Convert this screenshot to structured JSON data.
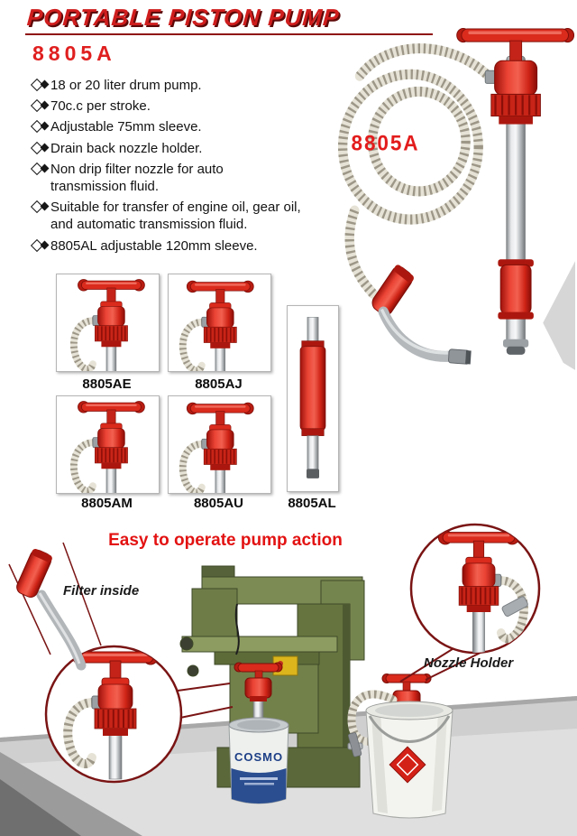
{
  "header": {
    "title": "PORTABLE PISTON PUMP"
  },
  "product": {
    "model": "8805A",
    "hero_label": "8805A"
  },
  "features": [
    "18 or 20 liter drum pump.",
    "70c.c per stroke.",
    "Adjustable 75mm sleeve.",
    "Drain back nozzle holder.",
    "Non drip filter nozzle for auto transmission fluid.",
    "Suitable for transfer of engine oil, gear oil, and automatic transmission fluid.",
    "8805AL adjustable 120mm sleeve."
  ],
  "variants": [
    {
      "label": "8805AE"
    },
    {
      "label": "8805AJ"
    },
    {
      "label": "8805AM"
    },
    {
      "label": "8805AU"
    },
    {
      "label": "8805AL"
    }
  ],
  "action_heading": "Easy to operate pump action",
  "callouts": {
    "filter": "Filter inside",
    "nozzle": "Nozzle Holder"
  },
  "scene": {
    "can_brand": "COSMO"
  },
  "colors": {
    "title_red": "#cf1d1d",
    "pump_red": "#da2b1d",
    "callout_maroon": "#7a1414",
    "band_gray": "#cfcfcf",
    "machine_green": "#7c8b53"
  }
}
